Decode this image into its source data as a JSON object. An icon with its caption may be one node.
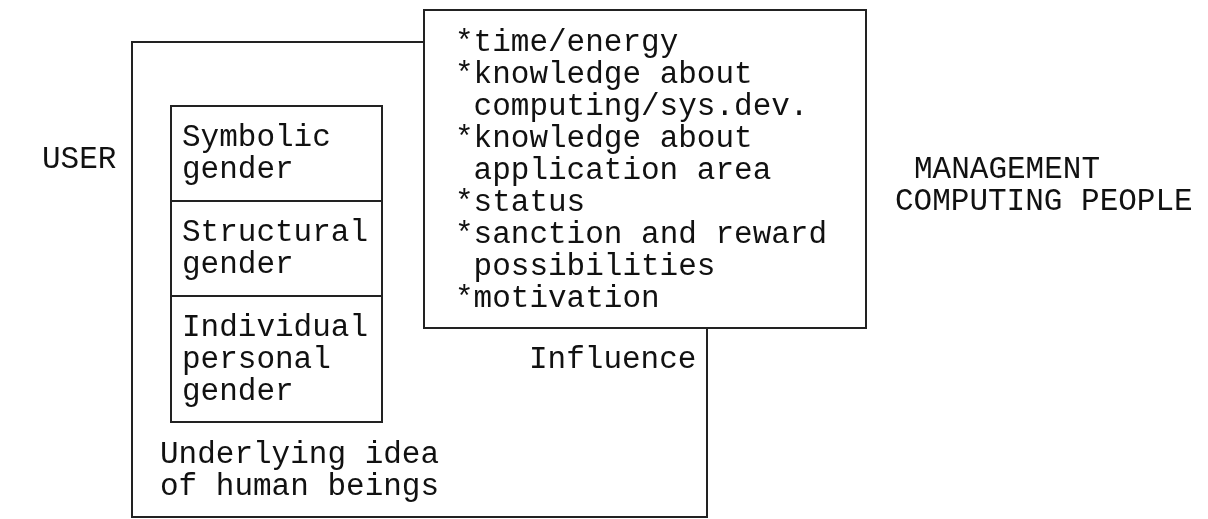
{
  "diagram": {
    "nodes": [
      {
        "text": [
          "Influence",
          "Underlying idea of human beings"
        ]
      },
      {
        "text": [
          "Symbolic gender"
        ],
        "in": 0
      },
      {
        "text": [
          "Structural gender"
        ],
        "in": 0
      },
      {
        "text": [
          "Individual personal gender"
        ],
        "in": 0
      },
      {
        "text": [
          "*time/energy",
          "*knowledge about computing/sys.dev.",
          "*knowledge about application area",
          "*status",
          "*sanction and reward possibilities",
          "*motivation"
        ]
      }
    ],
    "edges": [],
    "labels": [
      "USER",
      "MANAGEMENT",
      "COMPUTING PEOPLE"
    ]
  }
}
